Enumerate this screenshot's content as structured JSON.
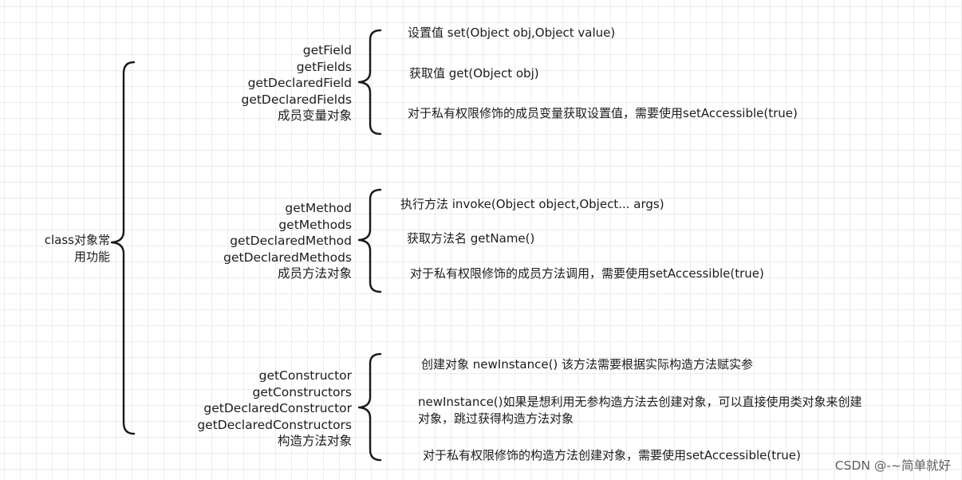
{
  "root": {
    "line1": "class对象常",
    "line2": "用功能"
  },
  "groups": [
    {
      "methods": [
        "getField",
        "getFields",
        "getDeclaredField",
        "getDeclaredFields",
        "成员变量对象"
      ],
      "notes": [
        "设置值 set(Object obj,Object value)",
        "获取值 get(Object obj)",
        "对于私有权限修饰的成员变量获取设置值，需要使用setAccessible(true)"
      ]
    },
    {
      "methods": [
        "getMethod",
        "getMethods",
        "getDeclaredMethod",
        "getDeclaredMethods",
        "成员方法对象"
      ],
      "notes": [
        "执行方法 invoke(Object object,Object... args)",
        "获取方法名 getName()",
        "对于私有权限修饰的成员方法调用，需要使用setAccessible(true)"
      ]
    },
    {
      "methods": [
        "getConstructor",
        "getConstructors",
        "getDeclaredConstructor",
        "getDeclaredConstructors",
        "构造方法对象"
      ],
      "notes": [
        "创建对象   newInstance()    该方法需要根据实际构造方法赋实参",
        "newInstance()如果是想利用无参构造方法去创建对象，可以直接使用类对象来创建对象，跳过获得构造方法对象",
        "对于私有权限修饰的构造方法创建对象，需要使用setAccessible(true)"
      ]
    }
  ],
  "watermark": "CSDN @-~简单就好",
  "colors": {
    "line": "#1a1a1a",
    "grid": "#ececec",
    "text": "#1c1c1c"
  }
}
